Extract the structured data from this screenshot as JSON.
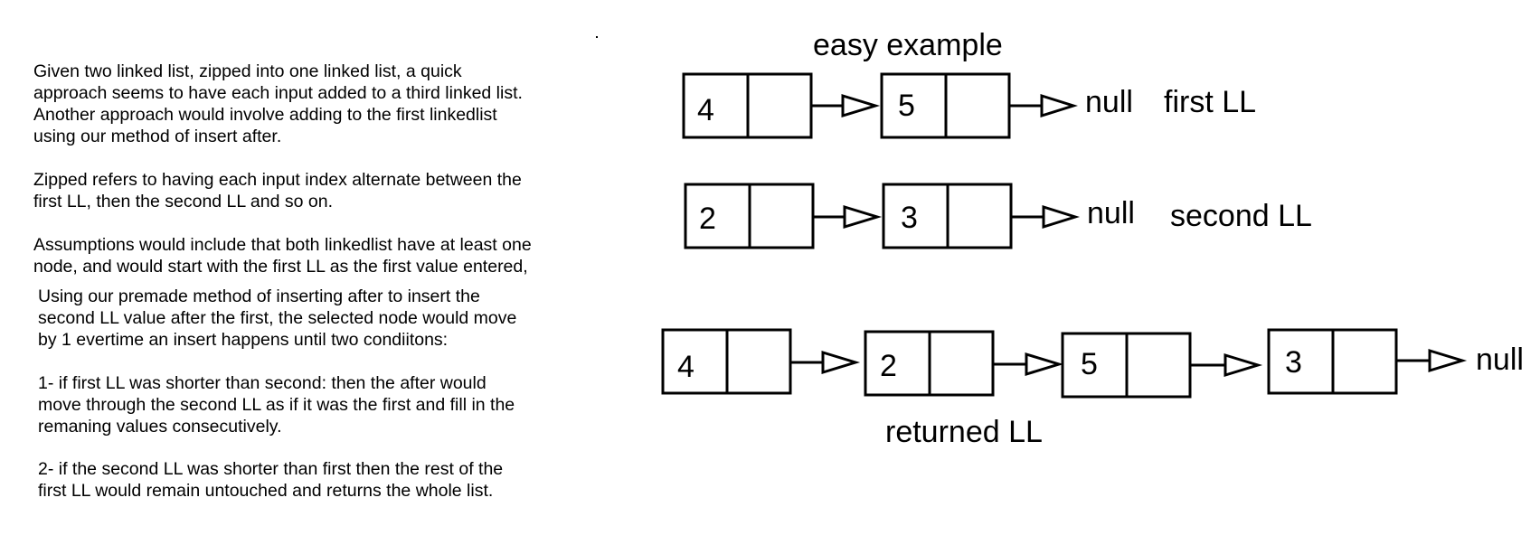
{
  "text": {
    "p1": "Given two linked list, zipped into one linked list, a quick\napproach seems to have each input added to a third linked list.\nAnother approach would involve adding to the first linkedlist\nusing our method of insert after.",
    "p2": "Zipped refers to having each input index alternate between the\nfirst LL, then the second LL and so on.",
    "p3": "Assumptions would include that both linkedlist have at least one\nnode, and would start with the first LL as the first value entered,",
    "p4": "Using our premade method of inserting after to insert the\nsecond LL value after the first, the selected node would move\nby 1 evertime an insert happens until two condiitons:",
    "p5": "1- if first LL was shorter than second: then the after would\nmove through the second LL as if it was the first and fill in the\nremaning values consecutively.",
    "p6": "2- if the second LL was shorter than first then the rest of the\nfirst LL would remain untouched and returns the whole list."
  },
  "diagram": {
    "title": "easy example",
    "null_label": "null",
    "first_label": "first LL",
    "second_label": "second LL",
    "returned_label": "returned LL",
    "first_values": [
      "4",
      "5"
    ],
    "second_values": [
      "2",
      "3"
    ],
    "returned_values": [
      "4",
      "2",
      "5",
      "3"
    ]
  }
}
